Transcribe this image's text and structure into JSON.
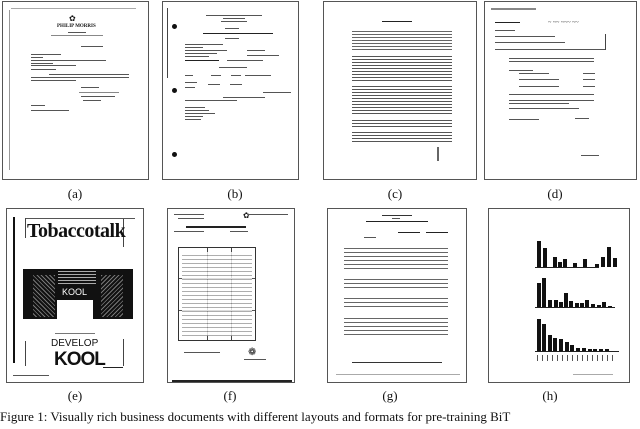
{
  "figure": {
    "panels": [
      {
        "id": "a",
        "label": "(a)",
        "type": "letter",
        "letterhead": "PHILIP MORRIS"
      },
      {
        "id": "b",
        "label": "(b)",
        "type": "form"
      },
      {
        "id": "c",
        "label": "(c)",
        "type": "report"
      },
      {
        "id": "d",
        "label": "(d)",
        "type": "memo"
      },
      {
        "id": "e",
        "label": "(e)",
        "type": "advertisement",
        "headline": "Tobaccotalk",
        "brand": "KOOL",
        "tagline": "DEVELOP",
        "tagline_brand": "KOOL"
      },
      {
        "id": "f",
        "label": "(f)",
        "type": "form-table"
      },
      {
        "id": "g",
        "label": "(g)",
        "type": "table"
      },
      {
        "id": "h",
        "label": "(h)",
        "type": "bar-chart"
      }
    ],
    "caption": "Figure 1: Visually rich business documents with different layouts and formats for pre-training BiT"
  }
}
